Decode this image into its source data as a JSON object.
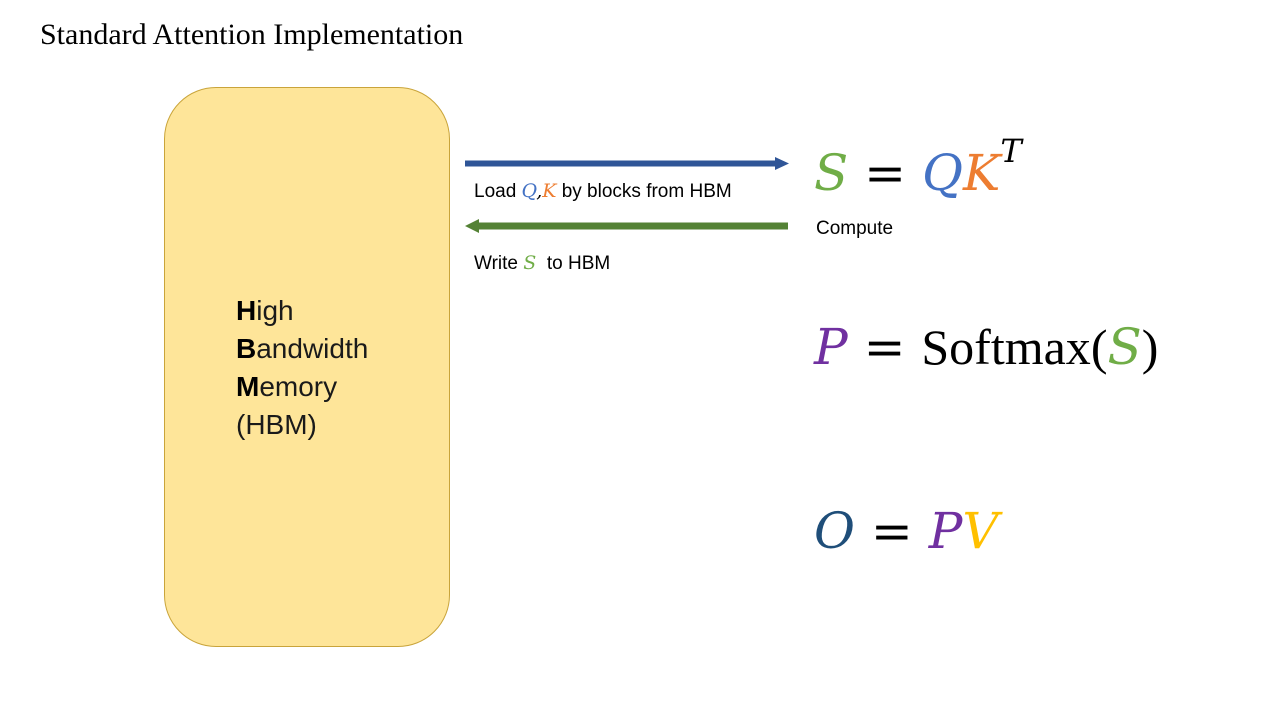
{
  "title": "Standard Attention Implementation",
  "hbm": {
    "line1_initial": "H",
    "line1_rest": "igh",
    "line2_initial": "B",
    "line2_rest": "andwidth",
    "line3_initial": "M",
    "line3_rest": "emory",
    "line4": "(HBM)"
  },
  "load_annotation": {
    "prefix": "Load ",
    "var_q": "Q",
    "comma": ",",
    "var_k": "K",
    "suffix": " by blocks from HBM"
  },
  "write_annotation": {
    "prefix": "Write ",
    "var_s": "S",
    "suffix": "  to HBM"
  },
  "compute_label": "Compute",
  "eq1": {
    "lhs": "S",
    "op": "=",
    "q": "Q",
    "k": "K",
    "sup": "T"
  },
  "eq2": {
    "lhs": "P",
    "op": "=",
    "fn": "Softmax",
    "open": "(",
    "arg": "S",
    "close": ")"
  },
  "eq3": {
    "lhs": "O",
    "op": "=",
    "p": "P",
    "v": "V"
  },
  "colors": {
    "S": "#70ad47",
    "Q": "#4472c4",
    "K": "#ed7d31",
    "P": "#7030a0",
    "O": "#1f4e79",
    "V": "#ffc000",
    "load_arrow": "#2f5597",
    "write_arrow": "#548235",
    "hbm_fill": "#fee599"
  }
}
